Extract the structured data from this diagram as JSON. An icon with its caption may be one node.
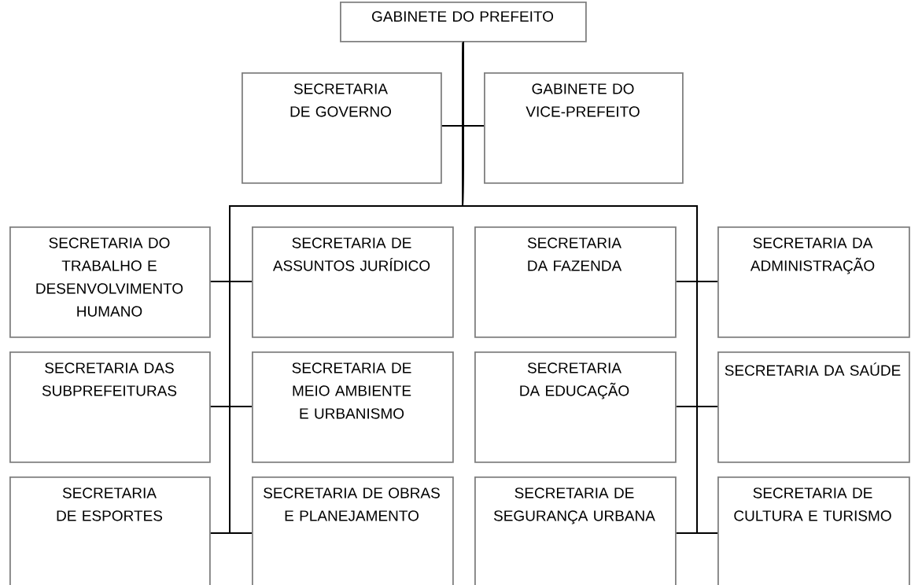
{
  "diagram": {
    "nodes": [
      {
        "text": [
          "GABINETE DO PREFEITO"
        ]
      },
      {
        "text": [
          "SECRETARIA DE GOVERNO"
        ]
      },
      {
        "text": [
          "GABINETE DO VICE-PREFEITO"
        ]
      },
      {
        "text": [
          "SECRETARIA DO TRABALHO E DESENVOLVIMENTO HUMANO"
        ]
      },
      {
        "text": [
          "SECRETARIA DE ASSUNTOS JURÍDICO"
        ]
      },
      {
        "text": [
          "SECRETARIA DA FAZENDA"
        ]
      },
      {
        "text": [
          "SECRETARIA DA ADMINISTRAÇÃO"
        ]
      },
      {
        "text": [
          "SECRETARIA DAS SUBPREFEITURAS"
        ]
      },
      {
        "text": [
          "SECRETARIA DE MEIO AMBIENTE E URBANISMO"
        ]
      },
      {
        "text": [
          "SECRETARIA DA EDUCAÇÃO"
        ]
      },
      {
        "text": [
          "SECRETARIA DA SAÚDE"
        ]
      },
      {
        "text": [
          "SECRETARIA DE ESPORTES"
        ]
      },
      {
        "text": [
          "SECRETARIA DE OBRAS E PLANEJAMENTO"
        ]
      },
      {
        "text": [
          "SECRETARIA DE SEGURANÇA URBANA"
        ]
      },
      {
        "text": [
          "SECRETARIA DE CULTURA E TURISMO"
        ]
      }
    ],
    "edges": [
      {
        "from": 0,
        "to": 1,
        "arrow": "none"
      },
      {
        "from": 0,
        "to": 2,
        "arrow": "none"
      },
      {
        "from": 0,
        "to": 3,
        "arrow": "none"
      },
      {
        "from": 0,
        "to": 4,
        "arrow": "none"
      },
      {
        "from": 0,
        "to": 5,
        "arrow": "none"
      },
      {
        "from": 0,
        "to": 6,
        "arrow": "none"
      },
      {
        "from": 0,
        "to": 7,
        "arrow": "none"
      },
      {
        "from": 0,
        "to": 8,
        "arrow": "none"
      },
      {
        "from": 0,
        "to": 9,
        "arrow": "none"
      },
      {
        "from": 0,
        "to": 10,
        "arrow": "none"
      },
      {
        "from": 0,
        "to": 11,
        "arrow": "none"
      },
      {
        "from": 0,
        "to": 12,
        "arrow": "none"
      },
      {
        "from": 0,
        "to": 13,
        "arrow": "none"
      },
      {
        "from": 0,
        "to": 14,
        "arrow": "none"
      }
    ]
  }
}
